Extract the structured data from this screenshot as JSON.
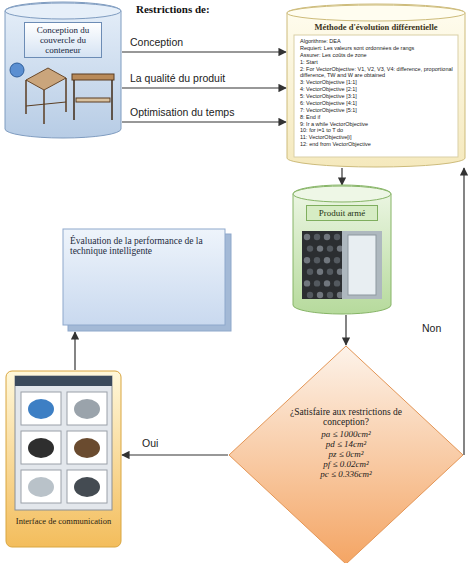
{
  "diagram": {
    "nodes": [
      {
        "text": [
          "Conception du couvercle du conteneur"
        ]
      },
      {
        "text": [
          "Méthode d'évolution différentielle",
          "Algorithme: DEA",
          "Requiert: Les valeurs sont ordonnées de rangs",
          "Assurer: Les coûts de zone",
          "1: Start",
          "2: For VectorObjective: V1, V2, V3, V4: difference, proportional difference, TW and W are obtained",
          "3: VectorObjective [1:1]",
          "4: VectorObjective [2:1]",
          "5: VectorObjective [3:1]",
          "6: VectorObjective [4:1]",
          "7: VectorObjective [5:1]",
          "8: End if",
          "9: Ir a while VectorObjective",
          "10: for i=1 to T do",
          "11: VectorObjective[i]",
          "12: end from VectorObjective"
        ]
      },
      {
        "text": [
          "Produit armé"
        ]
      },
      {
        "text": [
          "¿Satisfaire aux restrictions de conception?",
          "pa ≤ 1000cm²",
          "pd ≤ 14cm²",
          "pz ≤ 0cm²",
          "pf ≤ 0.02cm²",
          "pc ≤ 0.336cm²"
        ]
      },
      {
        "text": [
          "Interface de communication"
        ]
      },
      {
        "text": [
          "Évaluation de la performance de la technique intelligente"
        ]
      }
    ],
    "edges": [
      {
        "from": 0,
        "to": 1,
        "label": "Conception",
        "arrow": "to"
      },
      {
        "from": 0,
        "to": 1,
        "label": "La qualité du produit",
        "arrow": "to"
      },
      {
        "from": 0,
        "to": 1,
        "label": "Optimisation du temps",
        "arrow": "to"
      },
      {
        "from": 1,
        "to": 2,
        "arrow": "to"
      },
      {
        "from": 2,
        "to": 3,
        "arrow": "to"
      },
      {
        "from": 3,
        "to": 1,
        "label": "Non",
        "arrow": "to"
      },
      {
        "from": 3,
        "to": 4,
        "label": "Oui",
        "arrow": "to"
      },
      {
        "from": 4,
        "to": 5,
        "arrow": "to"
      }
    ],
    "labels": [
      "Restrictions de:"
    ]
  }
}
